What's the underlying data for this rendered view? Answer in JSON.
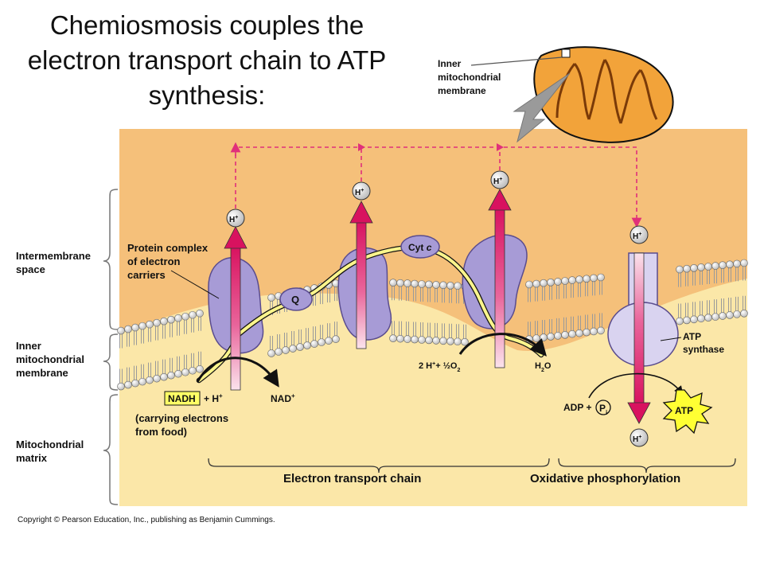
{
  "title": "Chemiosmosis couples the electron transport chain to ATP synthesis:",
  "inset_label": "Inner mitochondrial membrane",
  "regions": {
    "intermembrane_space": "Intermembrane space",
    "inner_membrane": "Inner mitochondrial membrane",
    "matrix": "Mitochondrial matrix"
  },
  "labels": {
    "protein_complex": "Protein complex of electron carriers",
    "q": "Q",
    "cyt": "Cyt",
    "cyt_italic": "c",
    "h_plus": "H",
    "h_plus_sup": "+",
    "nadh": "NADH",
    "plus_h": "+ H",
    "nad": "NAD",
    "carrying": "(carrying electrons from food)",
    "two_h": "2 H",
    "half_o2": "+ ½O",
    "subscript_2": "2",
    "h2o_h": "H",
    "h2o_o": "O",
    "atp_synthase": "ATP synthase",
    "adp": "ADP +",
    "pi": "P",
    "pi_sub": "i",
    "atp": "ATP",
    "etc": "Electron transport chain",
    "oxphos": "Oxidative phosphorylation"
  },
  "copyright": "Copyright © Pearson Education, Inc., publishing as Benjamin Cummings.",
  "colors": {
    "intermembrane": "#f5c07a",
    "matrix": "#fbe7a8",
    "protein": "#a79bd6",
    "proton_arrow": "#d8125f",
    "electron_path": "#fbf58c",
    "atp_burst": "#ffff33",
    "mitochondrion": "#f2a33a"
  }
}
